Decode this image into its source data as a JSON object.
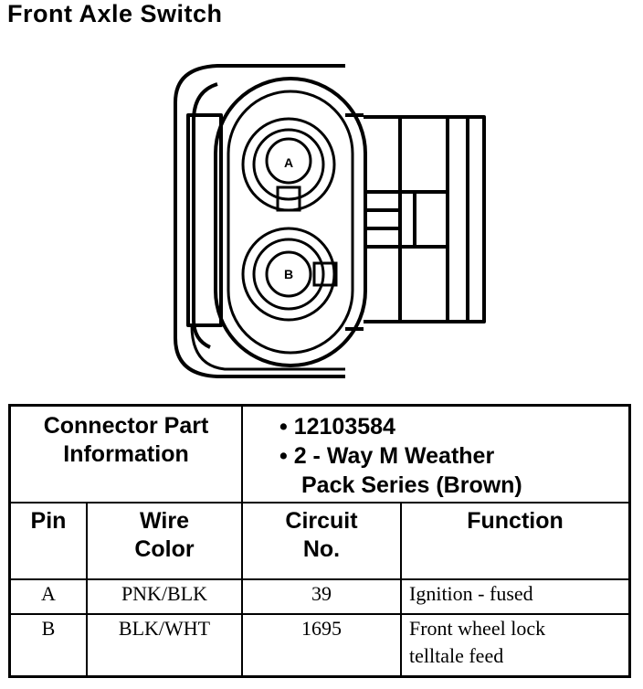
{
  "title": "Front Axle Switch",
  "diagram": {
    "pins": [
      {
        "label": "A"
      },
      {
        "label": "B"
      }
    ]
  },
  "table": {
    "connector_label_line1": "Connector Part",
    "connector_label_line2": "Information",
    "part_info": [
      "• 12103584",
      "• 2 - Way M Weather",
      "Pack Series (Brown)"
    ],
    "headers": {
      "pin": "Pin",
      "wire_line1": "Wire",
      "wire_line2": "Color",
      "circuit_line1": "Circuit",
      "circuit_line2": "No.",
      "function": "Function"
    },
    "rows": [
      {
        "pin": "A",
        "wire": "PNK/BLK",
        "circuit": "39",
        "function_line1": "Ignition - fused",
        "function_line2": ""
      },
      {
        "pin": "B",
        "wire": "BLK/WHT",
        "circuit": "1695",
        "function_line1": "Front wheel lock",
        "function_line2": "telltale feed"
      }
    ]
  }
}
